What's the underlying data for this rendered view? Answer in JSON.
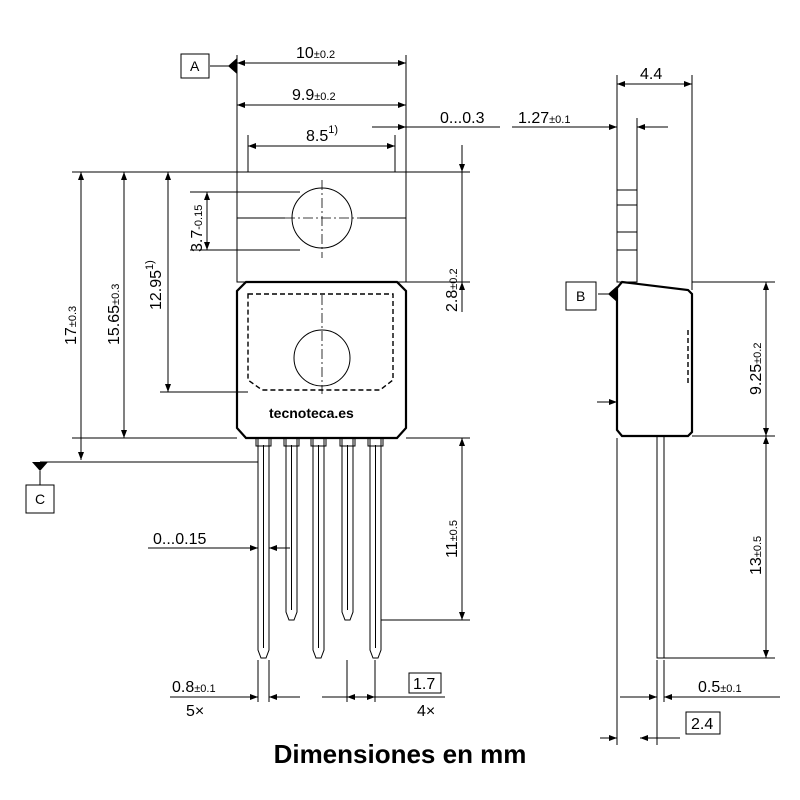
{
  "dimensions": {
    "width_10": {
      "value": "10",
      "tol": "±0.2"
    },
    "width_99": {
      "value": "9.9",
      "tol": "±0.2"
    },
    "width_85": {
      "value": "8.5",
      "note": "1)"
    },
    "gap_003": {
      "value": "0...0.3"
    },
    "tab_127": {
      "value": "1.27",
      "tol": "±0.1"
    },
    "depth_44": {
      "value": "4.4"
    },
    "h_17": {
      "value": "17",
      "tol": "±0.3"
    },
    "h_1565": {
      "value": "15.65",
      "tol": "±0.3"
    },
    "h_1295": {
      "value": "12.95",
      "note": "1)"
    },
    "hole_37": {
      "value": "3.7",
      "tol": "-0.15"
    },
    "hole_28": {
      "value": "2.8",
      "tol": "±0.2"
    },
    "body_925": {
      "value": "9.25",
      "tol": "±0.2"
    },
    "lead_11": {
      "value": "11",
      "tol": "±0.5"
    },
    "lead_13": {
      "value": "13",
      "tol": "±0.5"
    },
    "bend_0015": {
      "value": "0...0.15"
    },
    "pin_08": {
      "value": "0.8",
      "tol": "±0.1",
      "count": "5×"
    },
    "pitch_17": {
      "value": "1.7",
      "count": "4×"
    },
    "lead_05": {
      "value": "0.5",
      "tol": "±0.1"
    },
    "lead_24": {
      "value": "2.4"
    }
  },
  "datums": {
    "a": "A",
    "b": "B",
    "c": "C"
  },
  "watermark": "tecnoteca.es",
  "caption": "Dimensiones en mm"
}
